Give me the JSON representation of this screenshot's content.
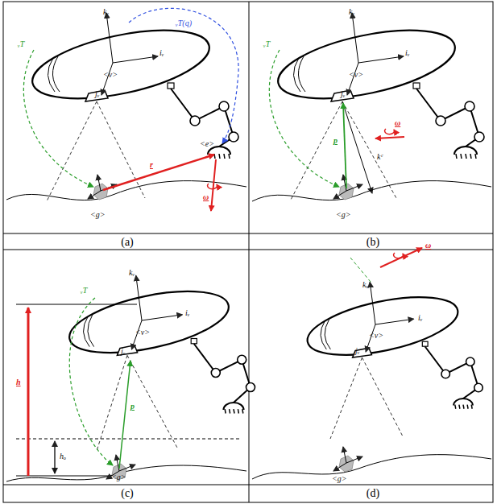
{
  "diagram": {
    "labels": [
      "kᵥ",
      "iᵥ",
      "jᵥ",
      "<v>",
      "<e>",
      "<g>",
      "ᵥT",
      "ᵥT(q)",
      "r",
      "ω",
      "kᵥ",
      "iᵥ",
      "jᵥ",
      "<v>",
      "ᵥT",
      "p",
      "kᶜ",
      "ω",
      "<g>",
      "kᵥ",
      "iᵥ",
      "jᵥ",
      "<v>",
      "ᵥT",
      "h",
      "hₒ",
      "p",
      "<g>",
      "kᵥ",
      "iᵥ",
      "jᵥ",
      "<v>",
      "ω",
      "<g>",
      "(a)",
      "(b)",
      "(c)",
      "(d)"
    ]
  }
}
